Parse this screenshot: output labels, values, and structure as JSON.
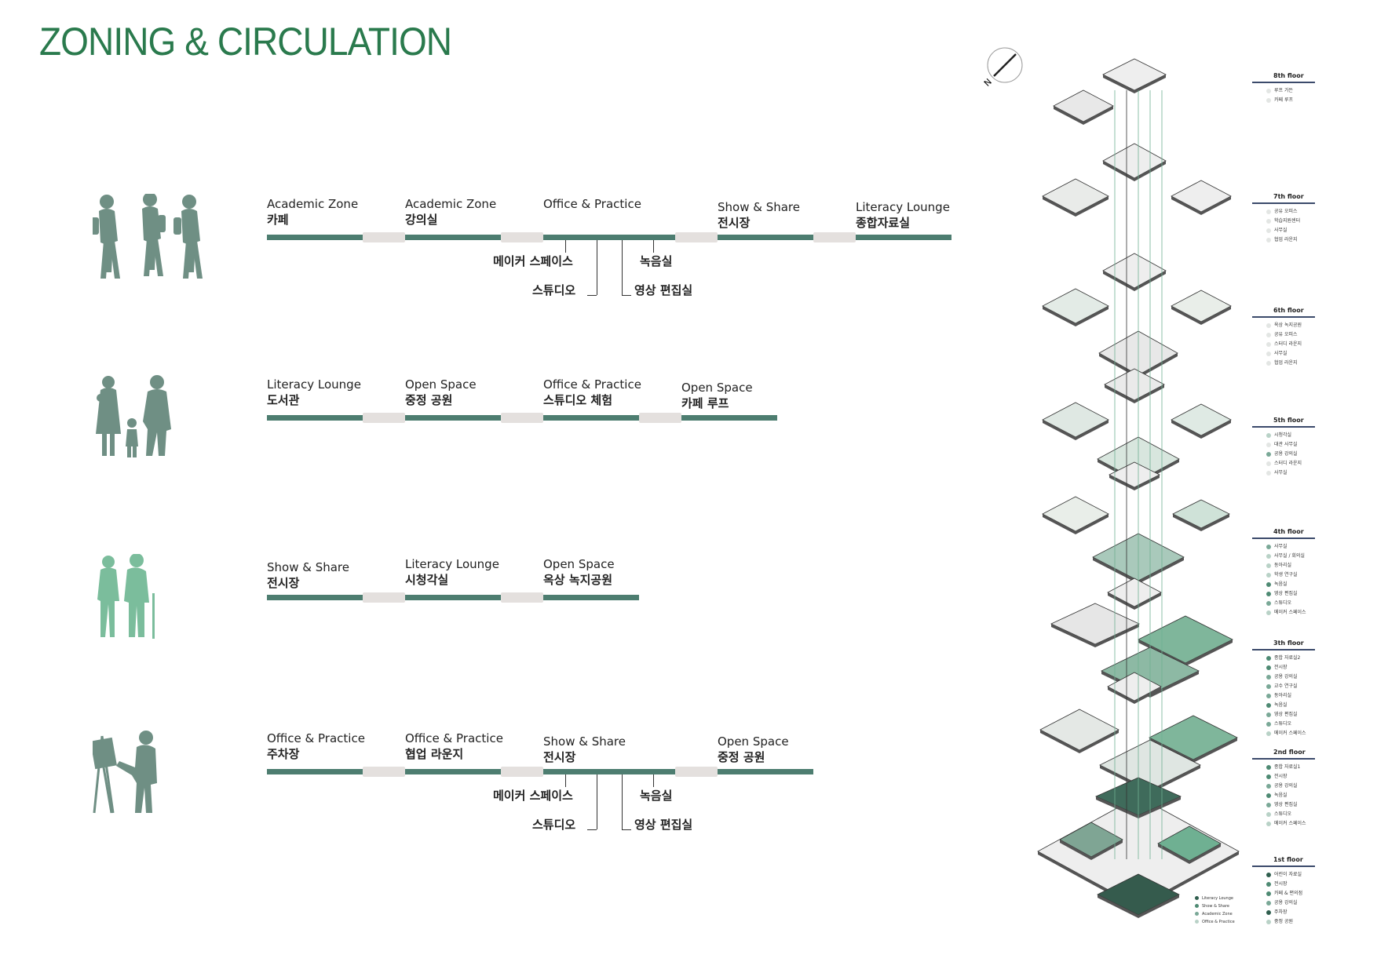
{
  "title": "ZONING & CIRCULATION",
  "colors": {
    "title": "#2a7a4d",
    "bar": "#4d7d70",
    "gap": "#e4e0de",
    "literacy_lounge": "#2f5e4e",
    "show_share": "#4e8a73",
    "academic_zone": "#7aa897",
    "office_practice": "#b9d2c7",
    "none": "#e3e6e4"
  },
  "routes": [
    {
      "person_icon": "students-icon",
      "stops": [
        {
          "en": "Academic Zone",
          "ko": "카페"
        },
        {
          "en": "Academic Zone",
          "ko": "강의실"
        },
        {
          "en": "Office & Practice",
          "ko": ""
        },
        {
          "en": "Show & Share",
          "ko": "전시장"
        },
        {
          "en": "Literacy Lounge",
          "ko": "종합자료실"
        }
      ],
      "branches": [
        "메이커 스페이스",
        "스튜디오",
        "영상 편집실",
        "녹음실"
      ]
    },
    {
      "person_icon": "family-icon",
      "stops": [
        {
          "en": "Literacy Lounge",
          "ko": "도서관"
        },
        {
          "en": "Open Space",
          "ko": "중정 공원"
        },
        {
          "en": "Office & Practice",
          "ko": "스튜디오 체험"
        },
        {
          "en": "Open Space",
          "ko": "카페 루프"
        }
      ]
    },
    {
      "person_icon": "elderly-couple-icon",
      "stops": [
        {
          "en": "Show & Share",
          "ko": "전시장"
        },
        {
          "en": "Literacy Lounge",
          "ko": "시청각실"
        },
        {
          "en": "Open Space",
          "ko": "옥상 녹지공원"
        }
      ]
    },
    {
      "person_icon": "painter-icon",
      "stops": [
        {
          "en": "Office & Practice",
          "ko": "주차장"
        },
        {
          "en": "Office & Practice",
          "ko": "협업 라운지"
        },
        {
          "en": "Show & Share",
          "ko": "전시장"
        },
        {
          "en": "Open Space",
          "ko": "중정 공원"
        }
      ],
      "branches": [
        "메이커 스페이스",
        "스튜디오",
        "영상 편집실",
        "녹음실"
      ]
    }
  ],
  "north_label": "N",
  "floors": [
    {
      "name": "8th floor",
      "items": [
        {
          "label": "루프 가든",
          "zone": "none"
        },
        {
          "label": "카페 루프",
          "zone": "none"
        }
      ]
    },
    {
      "name": "7th floor",
      "items": [
        {
          "label": "공유 오피스",
          "zone": "none"
        },
        {
          "label": "학습지원센터",
          "zone": "none"
        },
        {
          "label": "사무실",
          "zone": "none"
        },
        {
          "label": "협업 라운지",
          "zone": "none"
        }
      ]
    },
    {
      "name": "6th floor",
      "items": [
        {
          "label": "옥상 녹지공원",
          "zone": "none"
        },
        {
          "label": "공유 오피스",
          "zone": "none"
        },
        {
          "label": "스터디 라운지",
          "zone": "none"
        },
        {
          "label": "사무실",
          "zone": "none"
        },
        {
          "label": "협업 라운지",
          "zone": "none"
        }
      ]
    },
    {
      "name": "5th floor",
      "items": [
        {
          "label": "시청각실",
          "zone": "office_practice"
        },
        {
          "label": "대관 사무실",
          "zone": "none"
        },
        {
          "label": "공용 강의실",
          "zone": "academic_zone"
        },
        {
          "label": "스터디 라운지",
          "zone": "none"
        },
        {
          "label": "사무실",
          "zone": "none"
        }
      ]
    },
    {
      "name": "4th floor",
      "items": [
        {
          "label": "사무실",
          "zone": "academic_zone"
        },
        {
          "label": "사무실 / 회의실",
          "zone": "office_practice"
        },
        {
          "label": "동아리실",
          "zone": "office_practice"
        },
        {
          "label": "학생 연구실",
          "zone": "office_practice"
        },
        {
          "label": "녹음실",
          "zone": "show_share"
        },
        {
          "label": "영상 편집실",
          "zone": "show_share"
        },
        {
          "label": "스튜디오",
          "zone": "academic_zone"
        },
        {
          "label": "메이커 스페이스",
          "zone": "office_practice"
        }
      ]
    },
    {
      "name": "3th floor",
      "items": [
        {
          "label": "종합 자료실2",
          "zone": "show_share"
        },
        {
          "label": "전시장",
          "zone": "show_share"
        },
        {
          "label": "공용 강의실",
          "zone": "academic_zone"
        },
        {
          "label": "교수 연구실",
          "zone": "academic_zone"
        },
        {
          "label": "동아리실",
          "zone": "academic_zone"
        },
        {
          "label": "녹음실",
          "zone": "show_share"
        },
        {
          "label": "영상 편집실",
          "zone": "academic_zone"
        },
        {
          "label": "스튜디오",
          "zone": "academic_zone"
        },
        {
          "label": "메이커 스페이스",
          "zone": "office_practice"
        }
      ]
    },
    {
      "name": "2nd floor",
      "items": [
        {
          "label": "종합 자료실1",
          "zone": "show_share"
        },
        {
          "label": "전시장",
          "zone": "show_share"
        },
        {
          "label": "공용 강의실",
          "zone": "academic_zone"
        },
        {
          "label": "녹음실",
          "zone": "show_share"
        },
        {
          "label": "영상 편집실",
          "zone": "academic_zone"
        },
        {
          "label": "스튜디오",
          "zone": "office_practice"
        },
        {
          "label": "메이커 스페이스",
          "zone": "office_practice"
        }
      ]
    },
    {
      "name": "1st floor",
      "items": [
        {
          "label": "어린이 자료실",
          "zone": "literacy_lounge"
        },
        {
          "label": "전시장",
          "zone": "show_share"
        },
        {
          "label": "카페 & 편의점",
          "zone": "show_share"
        },
        {
          "label": "공용 강의실",
          "zone": "academic_zone"
        },
        {
          "label": "주차장",
          "zone": "literacy_lounge"
        },
        {
          "label": "중정 공원",
          "zone": "office_practice"
        }
      ]
    }
  ],
  "legend": [
    {
      "label": "Literacy Lounge",
      "zone": "literacy_lounge"
    },
    {
      "label": "Show & Share",
      "zone": "show_share"
    },
    {
      "label": "Academic Zone",
      "zone": "academic_zone"
    },
    {
      "label": "Office & Practice",
      "zone": "office_practice"
    }
  ]
}
